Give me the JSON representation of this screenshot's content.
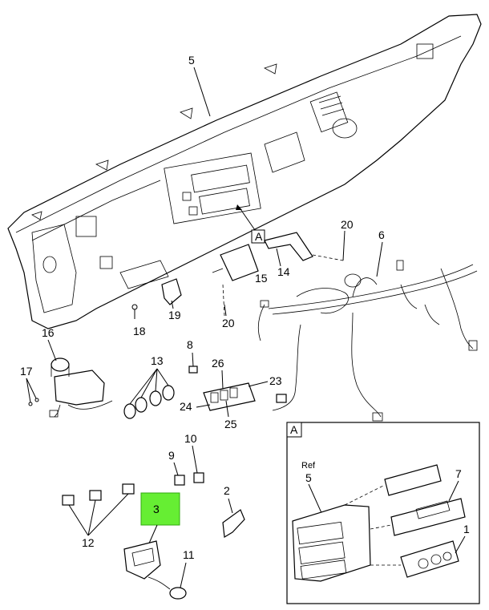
{
  "callouts": {
    "c1": "1",
    "c2": "2",
    "c3": "3",
    "c5": "5",
    "c6": "6",
    "c7": "7",
    "c8": "8",
    "c9": "9",
    "c10": "10",
    "c11": "11",
    "c12": "12",
    "c13": "13",
    "c14": "14",
    "c15": "15",
    "c16": "16",
    "c17": "17",
    "c18": "18",
    "c19": "19",
    "c20a": "20",
    "c20b": "20",
    "c23": "23",
    "c24": "24",
    "c25": "25",
    "c26": "26",
    "detail_marker": "A",
    "detail_ref": "Ref",
    "detail_ref_num": "5"
  },
  "detail": {
    "label": "A"
  },
  "colors": {
    "highlight": "#66ee33",
    "line": "#000000",
    "background": "#ffffff"
  }
}
